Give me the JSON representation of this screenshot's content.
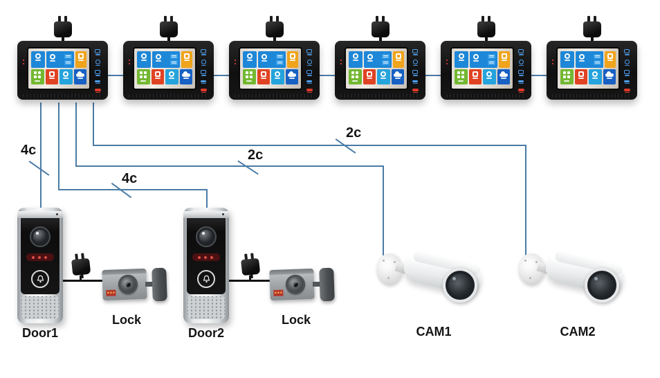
{
  "monitors": {
    "count": 6,
    "screen_tiles": [
      {
        "icon": "gear",
        "color": "#1d87d8"
      },
      {
        "icon": "clock",
        "color": "#1d87d8"
      },
      {
        "icon": "photo-album",
        "color": "#f0a41c"
      },
      {
        "icon": "apps-grid",
        "color": "#74b832"
      },
      {
        "icon": "alarm-bell",
        "color": "#e04323"
      },
      {
        "icon": "media",
        "color": "#25a3dc"
      },
      {
        "icon": "weather-cloud",
        "color": "#1760c4"
      }
    ],
    "side_buttons": {
      "blue_count": 4,
      "red_count": 1
    }
  },
  "devices": {
    "doors": [
      {
        "label": "Door1"
      },
      {
        "label": "Door2"
      }
    ],
    "locks": [
      {
        "label": "Lock"
      },
      {
        "label": "Lock"
      }
    ],
    "cameras": [
      {
        "label": "CAM1"
      },
      {
        "label": "CAM2"
      }
    ]
  },
  "wires": {
    "labels": [
      "4c",
      "4c",
      "2c",
      "2c"
    ],
    "color": "#4a7ba6"
  },
  "colors": {
    "background": "#ffffff",
    "monitor_body": "#161616",
    "label_text": "#141414",
    "black_cable": "#141414"
  }
}
